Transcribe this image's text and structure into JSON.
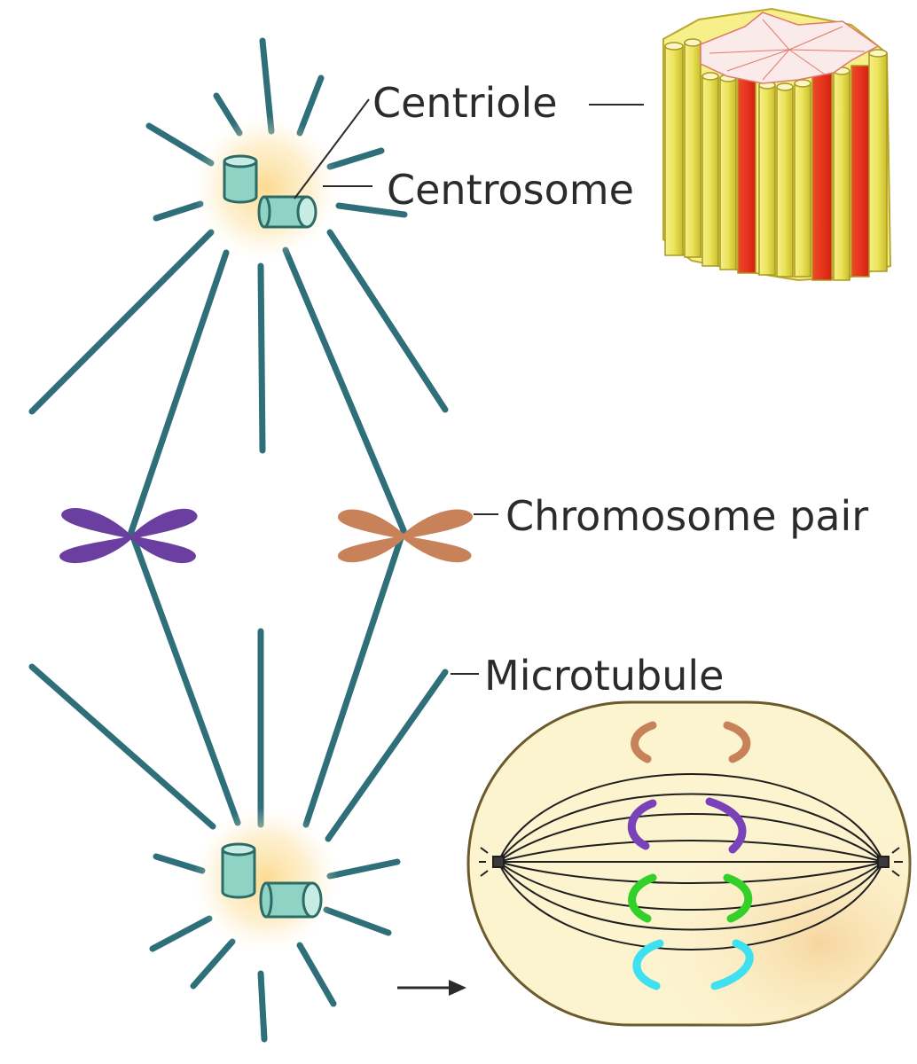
{
  "labels": {
    "centriole": "Centriole",
    "centrosome": "Centrosome",
    "chromosome_pair": "Chromosome pair",
    "microtubule": "Microtubule"
  },
  "colors": {
    "microtubule": "#2e6f7a",
    "centrosome_glow": "#fbd98a",
    "centriole_fill": "#8fd3c4",
    "centriole_stroke": "#2d6b66",
    "chromosome_left": "#6a3fa0",
    "chromosome_right": "#c8825a",
    "centriole_tube_yellow": "#f0e46a",
    "centriole_tube_red": "#e8311f",
    "cell_fill": "#fcf3cf",
    "cell_stroke": "#6b5a2a",
    "spindle_chrom_orange": "#c8825a",
    "spindle_chrom_purple": "#7a42b8",
    "spindle_chrom_green": "#34d02a",
    "spindle_chrom_cyan": "#3fe0f0",
    "label_text": "#2b2b2b"
  },
  "icons": [
    "centriole-cylinder-icon",
    "arrow-right-icon"
  ]
}
